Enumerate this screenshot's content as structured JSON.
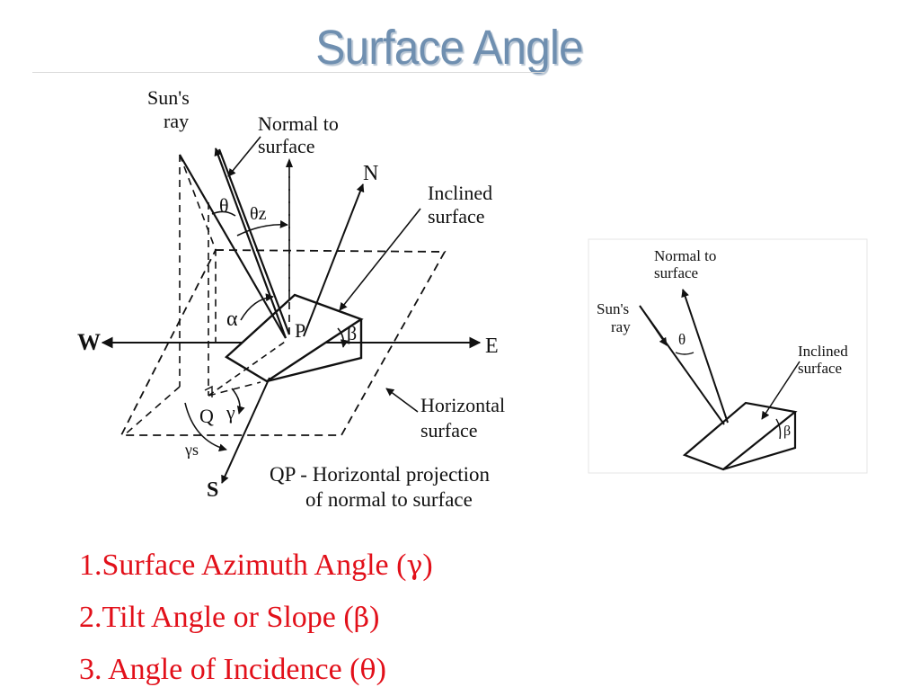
{
  "slide": {
    "title": "Surface Angle"
  },
  "main_diagram": {
    "labels": {
      "suns_ray_1": "Sun's",
      "suns_ray_2": "ray",
      "normal_1": "Normal to",
      "normal_2": "surface",
      "north": "N",
      "inclined_1": "Inclined",
      "inclined_2": "surface",
      "west": "W",
      "east": "E",
      "south": "S",
      "point_p": "P",
      "point_q": "Q",
      "theta": "θ",
      "theta_z": "θz",
      "alpha": "α",
      "beta": "β",
      "gamma": "γ",
      "gamma_s": "γs",
      "horizontal_1": "Horizontal",
      "horizontal_2": "surface",
      "qp_1": "QP - Horizontal projection",
      "qp_2": "of normal to surface"
    }
  },
  "inset_diagram": {
    "labels": {
      "normal_1": "Normal to",
      "normal_2": "surface",
      "suns_ray_1": "Sun's",
      "suns_ray_2": "ray",
      "theta": "θ",
      "inclined_1": "Inclined",
      "inclined_2": "surface",
      "beta": "β"
    }
  },
  "angle_list": {
    "items": [
      {
        "text": "1.Surface Azimuth Angle (",
        "symbol": "γ",
        "close": ")"
      },
      {
        "text": "2.Tilt Angle or Slope (",
        "symbol": "β",
        "close": ")"
      },
      {
        "text": "3. Angle of Incidence (",
        "symbol": "θ",
        "close": ")"
      }
    ]
  },
  "colors": {
    "title": "#6f8fb0",
    "list_text": "#e2101a",
    "diagram_ink": "#111111"
  }
}
